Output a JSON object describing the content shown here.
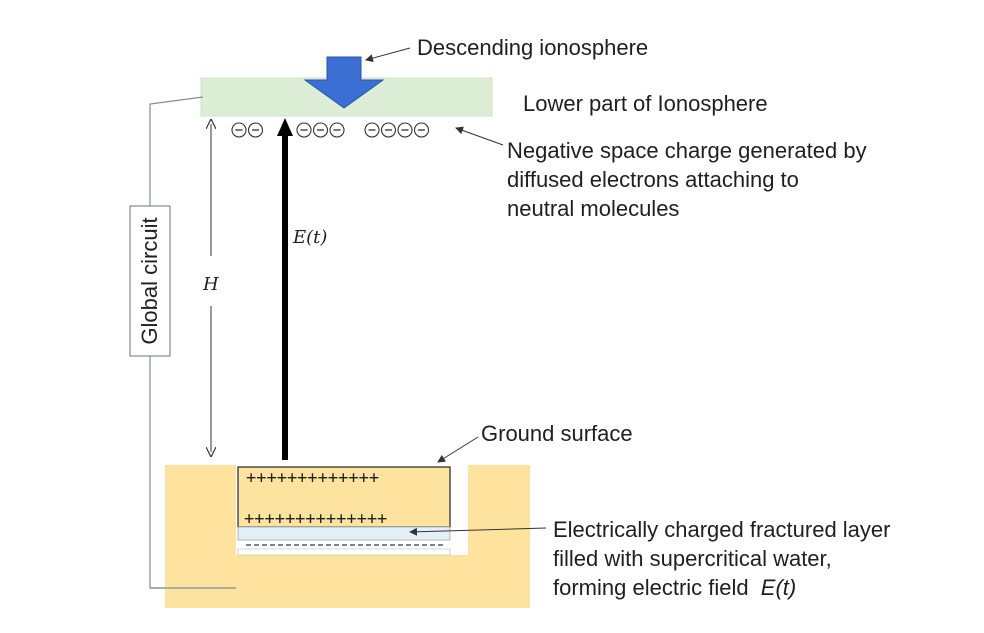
{
  "labels": {
    "descending": "Descending ionosphere",
    "lower_iono": "Lower part of Ionosphere",
    "neg_charge_1": "Negative space charge generated by",
    "neg_charge_2": "diffused electrons attaching to",
    "neg_charge_3": "neutral molecules",
    "field": "E(t)",
    "height": "H",
    "global_circuit": "Global circuit",
    "ground_surface": "Ground surface",
    "fracture_1": "Electrically charged fractured layer",
    "fracture_2": "filled with supercritical water,",
    "fracture_3_prefix": "forming electric field",
    "fracture_3_field": "E(t)"
  },
  "symbols": {
    "negative_ion": "⊖",
    "plus_row": "+++++++++++++",
    "plus_row_lower": "++++++++++++++"
  },
  "colors": {
    "ionosphere_band": "#dcefd6",
    "ground": "#fde39e",
    "arrow_blue": "#3c6fd4",
    "field_arrow": "#000000"
  },
  "ion_groups": [
    2,
    3,
    4
  ]
}
